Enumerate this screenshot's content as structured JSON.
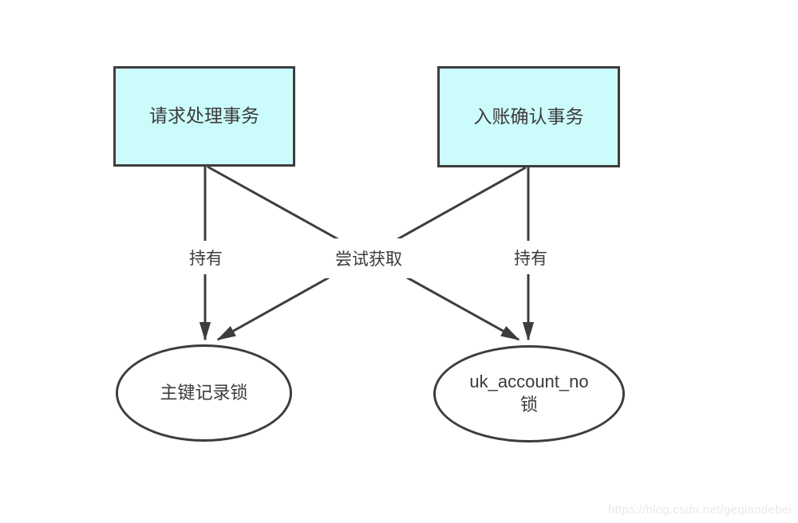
{
  "diagram": {
    "title": "transaction-lock deadlock diagram",
    "nodes": {
      "request_transaction": {
        "label": "请求处理事务",
        "shape": "rectangle"
      },
      "confirm_transaction": {
        "label": "入账确认事务",
        "shape": "rectangle"
      },
      "primary_key_lock": {
        "label": "主键记录锁",
        "shape": "ellipse"
      },
      "uk_account_no_lock": {
        "label_line1": "uk_account_no",
        "label_line2": "锁",
        "shape": "ellipse"
      }
    },
    "edges": {
      "left_holds": {
        "label": "持有"
      },
      "try_acquire": {
        "label": "尝试获取"
      },
      "right_holds": {
        "label": "持有"
      }
    },
    "colors": {
      "box_fill": "#ccfbfc",
      "stroke": "#3d3d3d",
      "text": "#3b3b3b",
      "watermark": "#e9e9e9",
      "bg": "#ffffff"
    },
    "watermark": "https://blog.csdn.net/geqiandebei"
  }
}
